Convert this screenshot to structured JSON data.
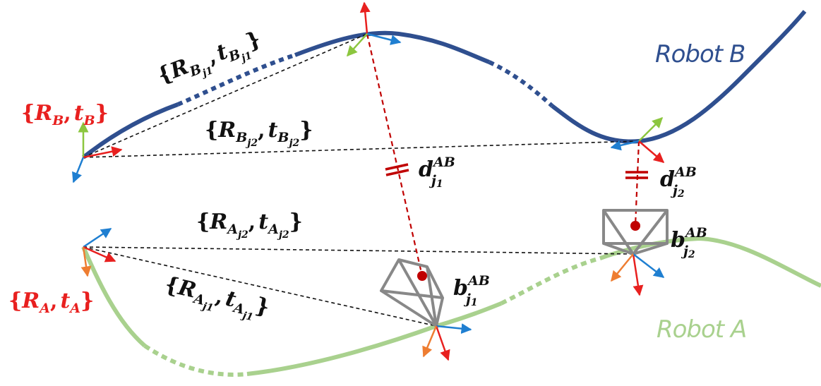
{
  "robots": {
    "b_label": "Robot B",
    "a_label": "Robot A"
  },
  "frames": {
    "rb_left": "{",
    "rb_r": "R",
    "rb_r_sub": "B",
    "rb_comma": ",",
    "rb_t": "t",
    "rb_t_sub": "B",
    "rb_right": "}",
    "ra_left": "{",
    "ra_r": "R",
    "ra_r_sub": "A",
    "ra_comma": ",",
    "ra_t": "t",
    "ra_t_sub": "A",
    "ra_right": "}"
  },
  "relative_poses": {
    "bj1": {
      "open": "{",
      "r": "R",
      "r_sub": "B",
      "r_subsub": "j1",
      "comma": ",",
      "t": "t",
      "t_sub": "B",
      "t_subsub": "j1",
      "close": "}"
    },
    "bj2": {
      "open": "{",
      "r": "R",
      "r_sub": "B",
      "r_subsub": "j2",
      "comma": ",",
      "t": "t",
      "t_sub": "B",
      "t_subsub": "j2",
      "close": "}"
    },
    "aj2": {
      "open": "{",
      "r": "R",
      "r_sub": "A",
      "r_subsub": "j2",
      "comma": ",",
      "t": "t",
      "t_sub": "A",
      "t_subsub": "j2",
      "close": "}"
    },
    "aj1": {
      "open": "{",
      "r": "R",
      "r_sub": "A",
      "r_subsub": "j1",
      "comma": ",",
      "t": "t",
      "t_sub": "A",
      "t_subsub": "j1",
      "close": "}"
    }
  },
  "distances": {
    "d1": {
      "base": "d",
      "sub": "j",
      "subsub": "1",
      "sup": "AB"
    },
    "d2": {
      "base": "d",
      "sub": "j",
      "subsub": "2",
      "sup": "AB"
    }
  },
  "bearings": {
    "b1": {
      "base": "b",
      "sub": "j",
      "subsub": "1",
      "sup": "AB"
    },
    "b2": {
      "base": "b",
      "sub": "j",
      "subsub": "2",
      "sup": "AB"
    }
  },
  "colors": {
    "robot_b": "#2f4f8f",
    "robot_a": "#a9d18e",
    "axis_x": "#e8201f",
    "axis_y": "#8cc63f",
    "axis_z": "#1f7fd1",
    "axis_orange": "#ee7d31",
    "distance": "#c00000",
    "camera": "#888888"
  }
}
